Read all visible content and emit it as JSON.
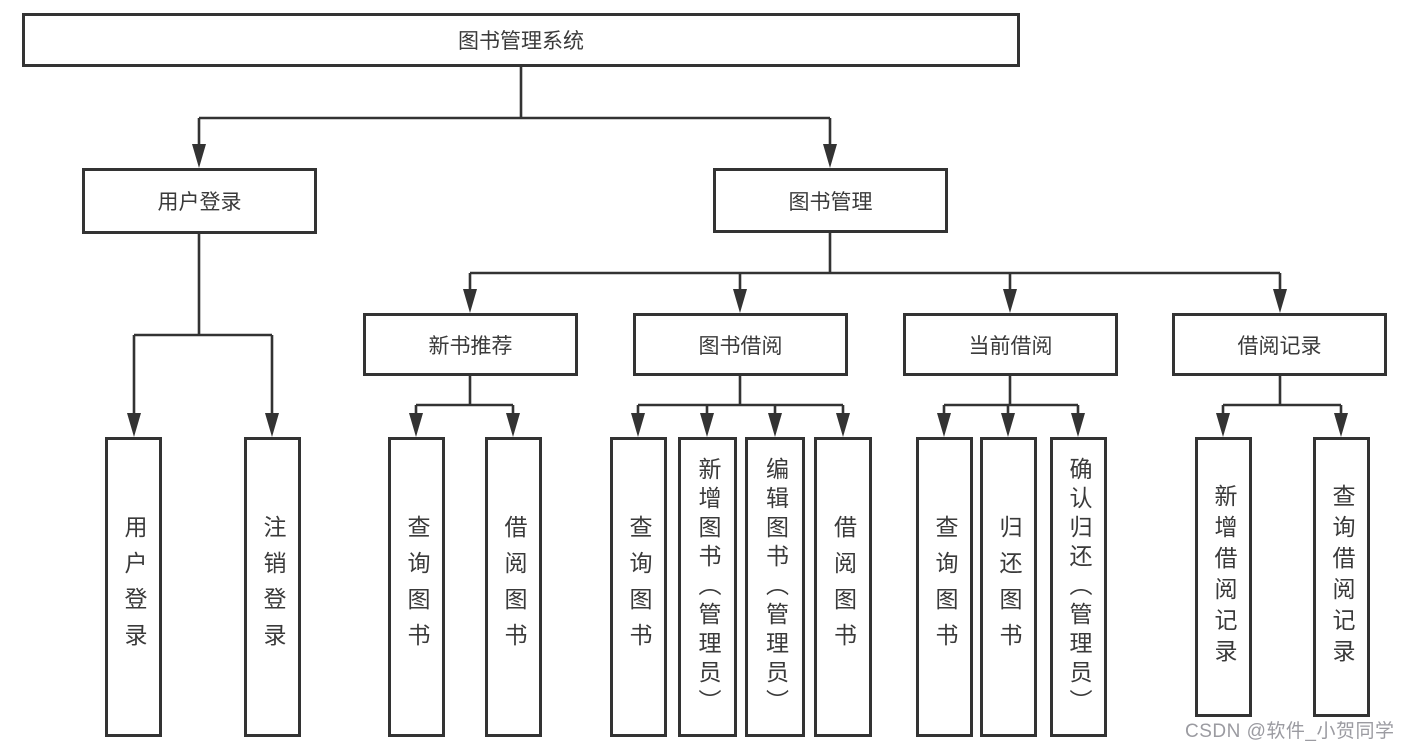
{
  "diagram": {
    "root": {
      "label": "图书管理系统"
    },
    "level2": [
      {
        "label": "用户登录"
      },
      {
        "label": "图书管理"
      }
    ],
    "level3": [
      {
        "label": "新书推荐"
      },
      {
        "label": "图书借阅"
      },
      {
        "label": "当前借阅"
      },
      {
        "label": "借阅记录"
      }
    ],
    "leaves": {
      "user_login": [
        {
          "label": "用户登录"
        },
        {
          "label": "注销登录"
        }
      ],
      "new_book_rec": [
        {
          "label": "查询图书"
        },
        {
          "label": "借阅图书"
        }
      ],
      "book_borrow": [
        {
          "label": "查询图书"
        },
        {
          "label": "新增图书（管理员）"
        },
        {
          "label": "编辑图书（管理员）"
        },
        {
          "label": "借阅图书"
        }
      ],
      "current_borrow": [
        {
          "label": "查询图书"
        },
        {
          "label": "归还图书"
        },
        {
          "label": "确认归还（管理员）"
        }
      ],
      "borrow_records": [
        {
          "label": "新增借阅记录"
        },
        {
          "label": "查询借阅记录"
        }
      ]
    }
  },
  "watermark": {
    "text": "CSDN @软件_小贺同学"
  },
  "colors": {
    "line": "#333333",
    "border": "#333333",
    "text": "#3a3a3a",
    "watermark_text": "#9b9ba1",
    "background": "#ffffff"
  }
}
